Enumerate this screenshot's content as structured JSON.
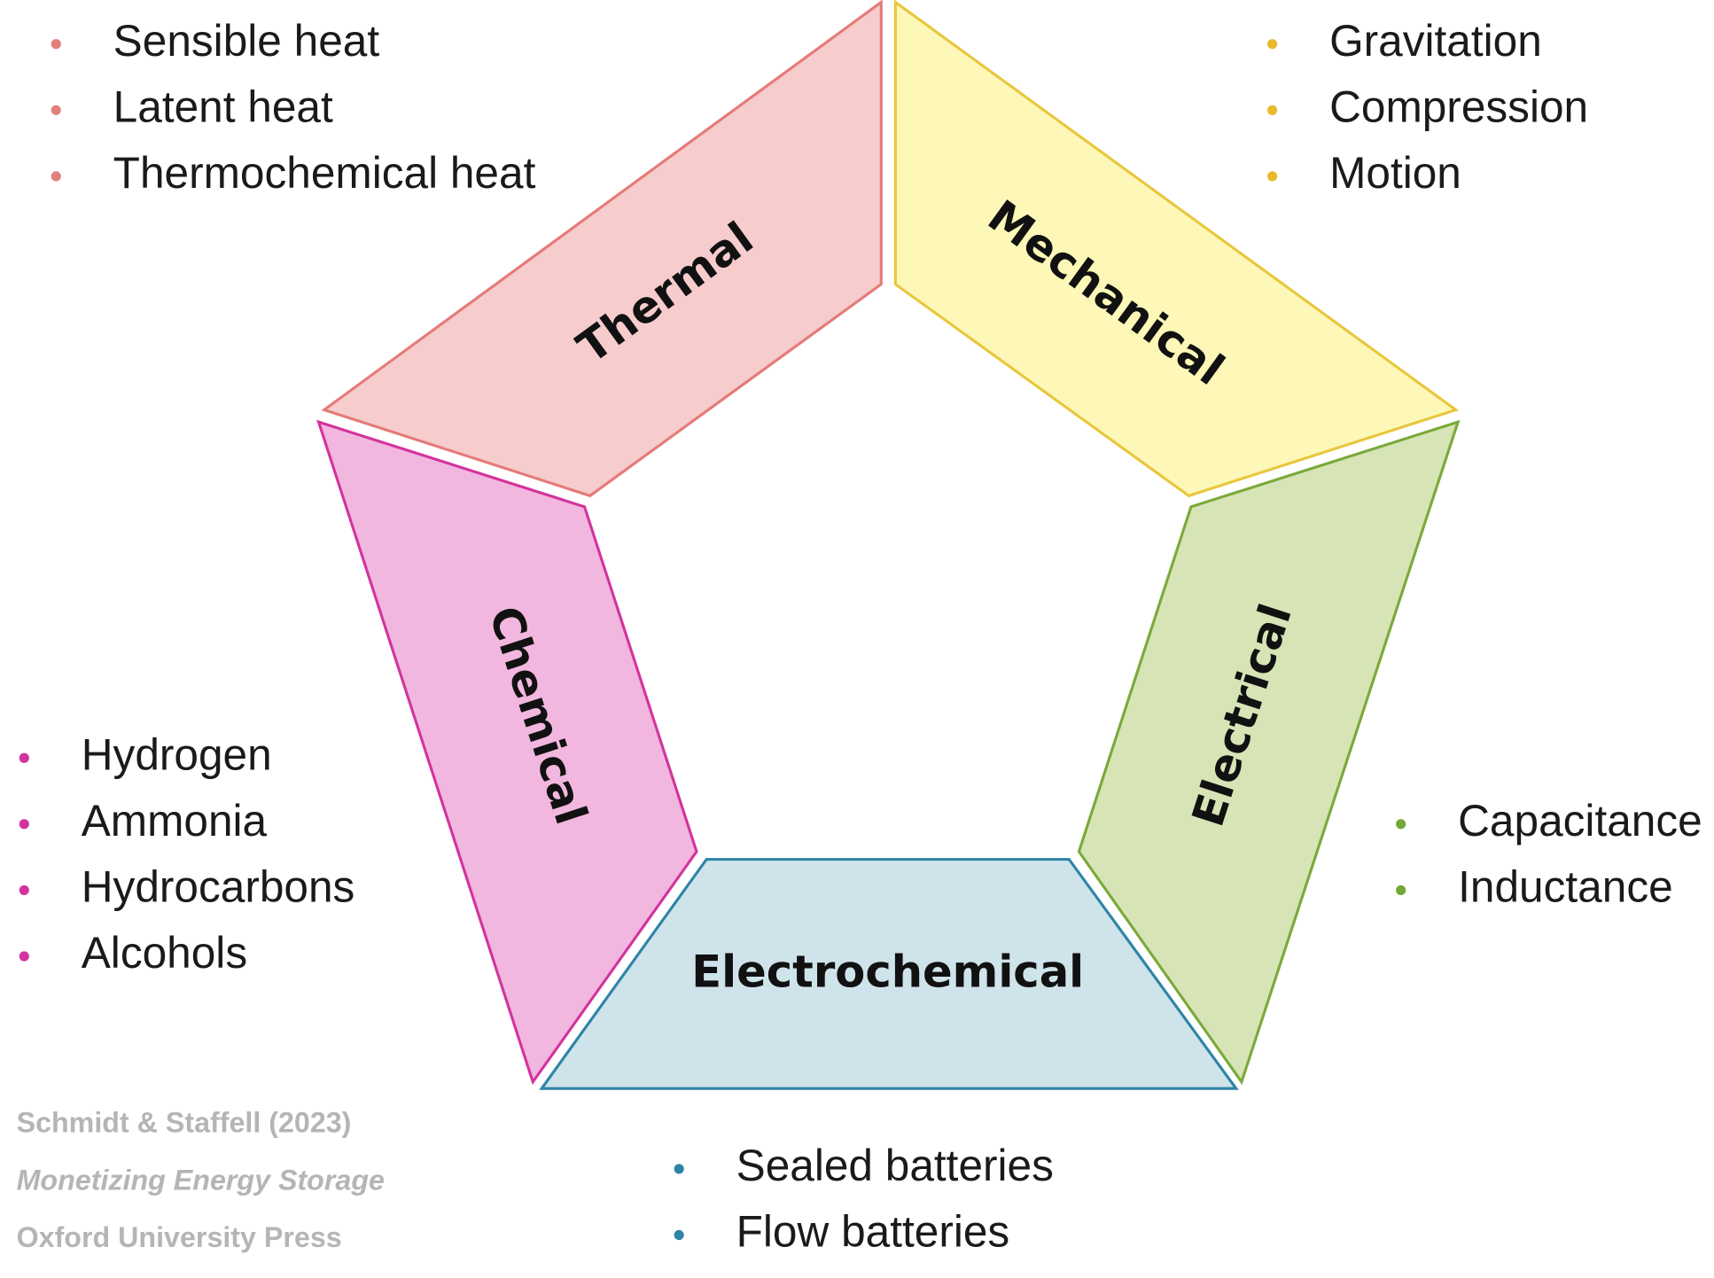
{
  "categories": [
    {
      "name": "Thermal",
      "fill": "#f6cccd",
      "stroke": "#e57a78",
      "bullet": "#e07f7c",
      "items": [
        "Sensible heat",
        "Latent heat",
        "Thermochemical heat"
      ]
    },
    {
      "name": "Mechanical",
      "fill": "#fdf8b8",
      "stroke": "#e9c63c",
      "bullet": "#e8b92a",
      "items": [
        "Gravitation",
        "Compression",
        "Motion"
      ]
    },
    {
      "name": "Electrical",
      "fill": "#d6e4b6",
      "stroke": "#7aa93a",
      "bullet": "#72a835",
      "items": [
        "Capacitance",
        "Inductance"
      ]
    },
    {
      "name": "Electrochemical",
      "fill": "#cfe3ea",
      "stroke": "#2d84a6",
      "bullet": "#2d84a6",
      "items": [
        "Sealed batteries",
        "Flow batteries"
      ]
    },
    {
      "name": "Chemical",
      "fill": "#f2b7df",
      "stroke": "#d3339d",
      "bullet": "#d3339d",
      "items": [
        "Hydrogen",
        "Ammonia",
        "Hydrocarbons",
        "Alcohols"
      ]
    }
  ],
  "citation": {
    "authors": "Schmidt & Staffell (2023)",
    "book": "Monetizing Energy Storage",
    "publisher": "Oxford University Press"
  }
}
